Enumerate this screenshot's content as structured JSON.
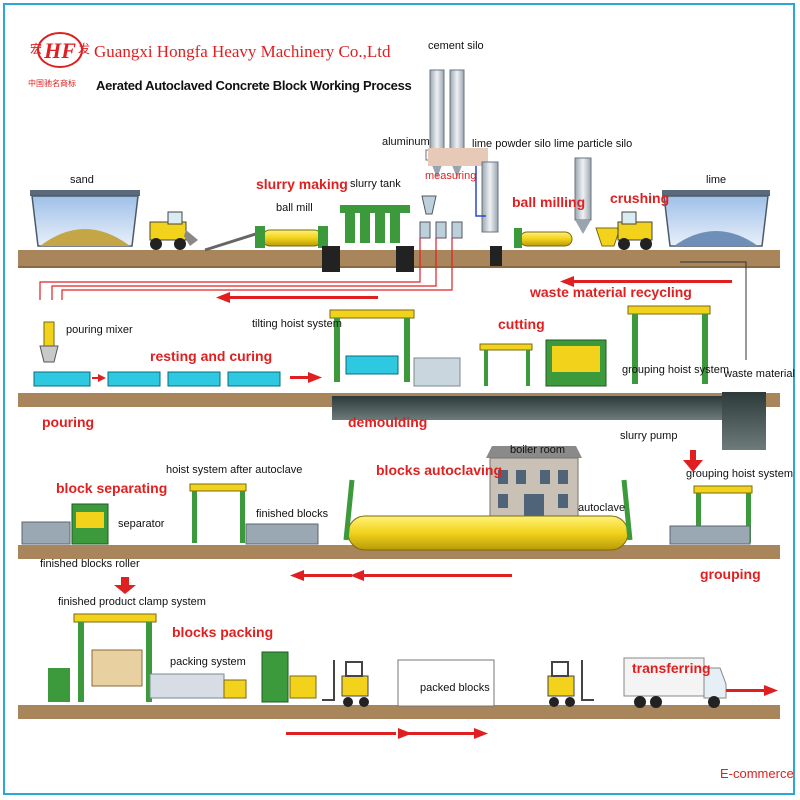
{
  "header": {
    "company": "Guangxi Hongfa Heavy Machinery Co.,Ltd",
    "subtitle": "Aerated Autoclaved Concrete Block Working Process",
    "logo": {
      "mark": "HF",
      "left_char": "宏",
      "right_char": "发",
      "tagline": "中国驰名商标"
    }
  },
  "row1": {
    "sand": "sand",
    "slurry_making": "slurry making",
    "ball_mill": "ball mill",
    "slurry_tank": "slurry tank",
    "aluminum": "aluminum",
    "cement_silo": "cement silo",
    "measuring": "measuring",
    "lime_powder_silo": "lime powder silo",
    "ball_milling": "ball milling",
    "lime_particle_silo": "lime particle silo",
    "crushing": "crushing",
    "lime": "lime"
  },
  "row2": {
    "waste_material_recycling": "waste material recycling",
    "pouring_mixer": "pouring mixer",
    "tilting_hoist_system": "tilting hoist system",
    "cutting": "cutting",
    "resting_and_curing": "resting and curing",
    "grouping_hoist_system": "grouping hoist system",
    "waste_material": "waste material",
    "pouring": "pouring",
    "demoulding": "demoulding",
    "slurry_pump": "slurry pump"
  },
  "row3": {
    "block_separating": "block separating",
    "hoist_after_autoclave": "hoist system after autoclave",
    "blocks_autoclaving": "blocks autoclaving",
    "boiler_room": "boiler room",
    "grouping_hoist_system": "grouping hoist system",
    "separator": "separator",
    "finished_blocks": "finished blocks",
    "autoclave": "autoclave",
    "finished_blocks_roller": "finished blocks roller",
    "grouping": "grouping"
  },
  "row4": {
    "finished_product_clamp_system": "finished product clamp system",
    "blocks_packing": "blocks packing",
    "packing_system": "packing system",
    "transferring": "transferring",
    "packed_blocks": "packed blocks"
  },
  "footer": {
    "ecommerce": "E-commerce"
  },
  "colors": {
    "accent_red": "#e02020",
    "ground": "#a8855a",
    "machine_yellow": "#f2d21a",
    "machine_green": "#3c9a3c",
    "mould_cyan": "#2ec8e0",
    "frame_blue": "#2aa7d8",
    "silo_gray": "#c8d0d8",
    "pipe_blue": "#2848d0"
  },
  "icons": [
    "hf-logo-icon",
    "loader-icon",
    "forklift-icon",
    "truck-icon",
    "flow-arrow-icon"
  ]
}
